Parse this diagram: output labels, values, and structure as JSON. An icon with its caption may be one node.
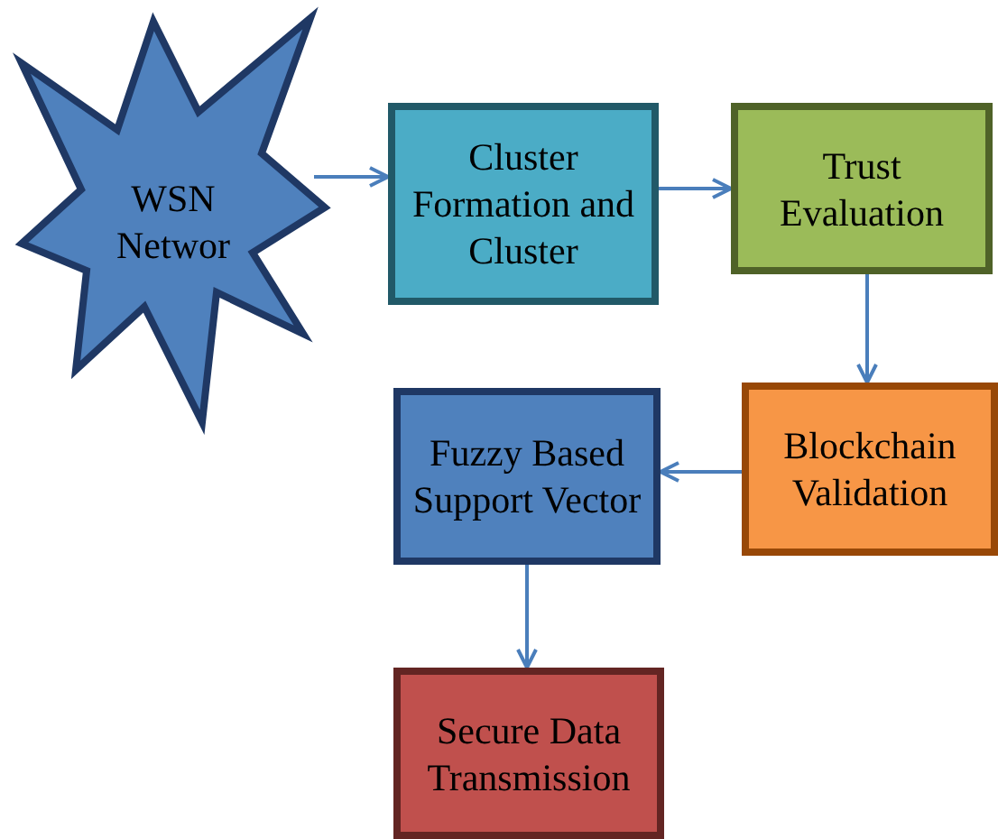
{
  "diagram": {
    "nodes": [
      {
        "text": [
          "WSN Networ"
        ]
      },
      {
        "text": [
          "Cluster Formation and Cluster"
        ]
      },
      {
        "text": [
          "Trust Evaluation"
        ]
      },
      {
        "text": [
          "Blockchain Validation"
        ]
      },
      {
        "text": [
          "Fuzzy Based Support Vector"
        ]
      },
      {
        "text": [
          "Secure Data Transmission"
        ]
      }
    ],
    "edges": [
      {
        "from": 0,
        "to": 1,
        "arrow": "to"
      },
      {
        "from": 1,
        "to": 2,
        "arrow": "to"
      },
      {
        "from": 2,
        "to": 3,
        "arrow": "to"
      },
      {
        "from": 3,
        "to": 4,
        "arrow": "to"
      },
      {
        "from": 4,
        "to": 5,
        "arrow": "to"
      }
    ]
  }
}
